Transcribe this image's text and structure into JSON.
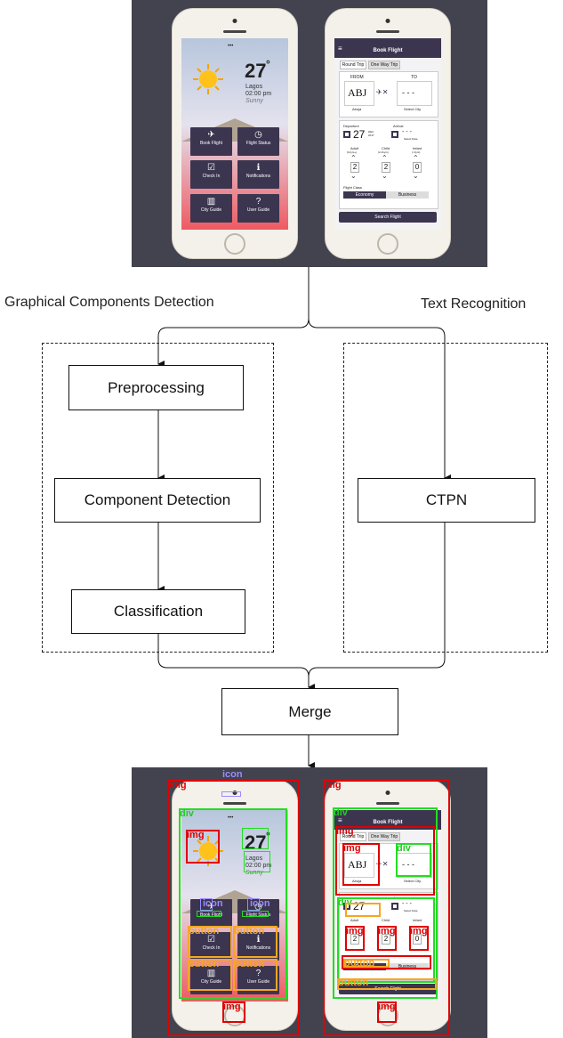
{
  "labels": {
    "graphical_branch": "Graphical Components Detection",
    "text_branch": "Text Recognition"
  },
  "boxes": {
    "preprocessing": "Preprocessing",
    "component_detection": "Component Detection",
    "classification": "Classification",
    "ctpn": "CTPN",
    "merge": "Merge"
  },
  "weather_app": {
    "dots": "•••",
    "temperature": "27",
    "degree": "°",
    "city": "Lagos",
    "time": "02:00 pm",
    "condition": "Sunny",
    "tiles": [
      {
        "label": "Book Flight",
        "icon": "airplane-icon",
        "glyph": "✈"
      },
      {
        "label": "Flight Status",
        "icon": "clock-icon",
        "glyph": "◷"
      },
      {
        "label": "Check In",
        "icon": "checkbox-icon",
        "glyph": "☑"
      },
      {
        "label": "Notifications",
        "icon": "info-icon",
        "glyph": "ℹ"
      },
      {
        "label": "City Guide",
        "icon": "building-icon",
        "glyph": "▥"
      },
      {
        "label": "User Guide",
        "icon": "help-icon",
        "glyph": "?"
      }
    ]
  },
  "flight_app": {
    "title": "Book Flight",
    "tabs": [
      "Round Trip",
      "One Way Trip"
    ],
    "from_label": "FROM",
    "to_label": "TO",
    "from_code": "ABJ",
    "to_code": "- - -",
    "from_city": "Abuja",
    "to_city": "Select City",
    "departure_label": "Departure",
    "arrival_label": "Arrival",
    "departure_day": "27",
    "departure_month": "DEC",
    "departure_year": "2017",
    "arrival_day": "- - -",
    "arrival_hint": "Select Date",
    "passengers": [
      {
        "label": "Adult",
        "hint": "(12yrs+)",
        "value": "2"
      },
      {
        "label": "Child",
        "hint": "(2-11yrs)",
        "value": "2"
      },
      {
        "label": "Infant",
        "hint": "(<2yrs)",
        "value": "0"
      }
    ],
    "class_label": "Flight Class",
    "classes": [
      "Economy",
      "Business"
    ],
    "search_button": "Search Flight"
  },
  "detections": {
    "img": "img",
    "div": "div",
    "icon": "icon",
    "button": "button"
  }
}
